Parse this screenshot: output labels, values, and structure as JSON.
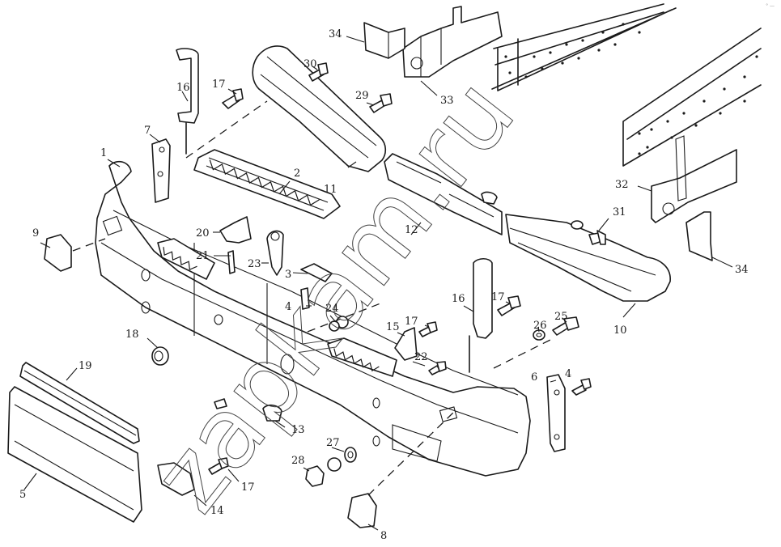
{
  "diagram": {
    "title": "",
    "watermark": "zapkam.ru",
    "corner_mark": "° —",
    "callouts": [
      {
        "id": "1",
        "part": "front-bumper"
      },
      {
        "id": "2",
        "part": "step-plate-left"
      },
      {
        "id": "3",
        "part": "bracket"
      },
      {
        "id": "4",
        "part": "bolt"
      },
      {
        "id": "5",
        "part": "license-plate-frame"
      },
      {
        "id": "6",
        "part": "bracket-right"
      },
      {
        "id": "7",
        "part": "bracket-left"
      },
      {
        "id": "8",
        "part": "plug-right"
      },
      {
        "id": "9",
        "part": "plug-left"
      },
      {
        "id": "10",
        "part": "bumper-reinforcement-right"
      },
      {
        "id": "11",
        "part": "bumper-reinforcement-left"
      },
      {
        "id": "12",
        "part": "bumper-beam"
      },
      {
        "id": "13",
        "part": "clip"
      },
      {
        "id": "14",
        "part": "plate-bracket"
      },
      {
        "id": "15",
        "part": "bracket-center"
      },
      {
        "id": "16",
        "part": "support-arm"
      },
      {
        "id": "17",
        "part": "bolt"
      },
      {
        "id": "18",
        "part": "grommet"
      },
      {
        "id": "19",
        "part": "trim-strip"
      },
      {
        "id": "20",
        "part": "hook-bracket"
      },
      {
        "id": "21",
        "part": "bolt-small"
      },
      {
        "id": "22",
        "part": "bolt"
      },
      {
        "id": "23",
        "part": "tow-pin"
      },
      {
        "id": "24",
        "part": "nut"
      },
      {
        "id": "25",
        "part": "bolt"
      },
      {
        "id": "26",
        "part": "washer"
      },
      {
        "id": "27",
        "part": "washer"
      },
      {
        "id": "28",
        "part": "nut"
      },
      {
        "id": "29",
        "part": "bolt"
      },
      {
        "id": "30",
        "part": "bolt"
      },
      {
        "id": "31",
        "part": "bolt"
      },
      {
        "id": "32",
        "part": "frame-bracket-right"
      },
      {
        "id": "33",
        "part": "frame-bracket-left"
      },
      {
        "id": "34",
        "part": "gusset"
      }
    ],
    "labels": {
      "l1": "1",
      "l2": "2",
      "l3": "3",
      "l4a": "4",
      "l4b": "4",
      "l5": "5",
      "l6": "6",
      "l7": "7",
      "l8": "8",
      "l9": "9",
      "l10": "10",
      "l11": "11",
      "l12": "12",
      "l13": "13",
      "l14": "14",
      "l15": "15",
      "l16a": "16",
      "l16b": "16",
      "l17a": "17",
      "l17b": "17",
      "l17c": "17",
      "l17d": "17",
      "l18": "18",
      "l19": "19",
      "l20": "20",
      "l21": "21",
      "l22": "22",
      "l23": "23",
      "l24": "24",
      "l25": "25",
      "l26": "26",
      "l27": "27",
      "l28": "28",
      "l29": "29",
      "l30": "30",
      "l31": "31",
      "l32": "32",
      "l33": "33",
      "l34a": "34",
      "l34b": "34"
    }
  }
}
